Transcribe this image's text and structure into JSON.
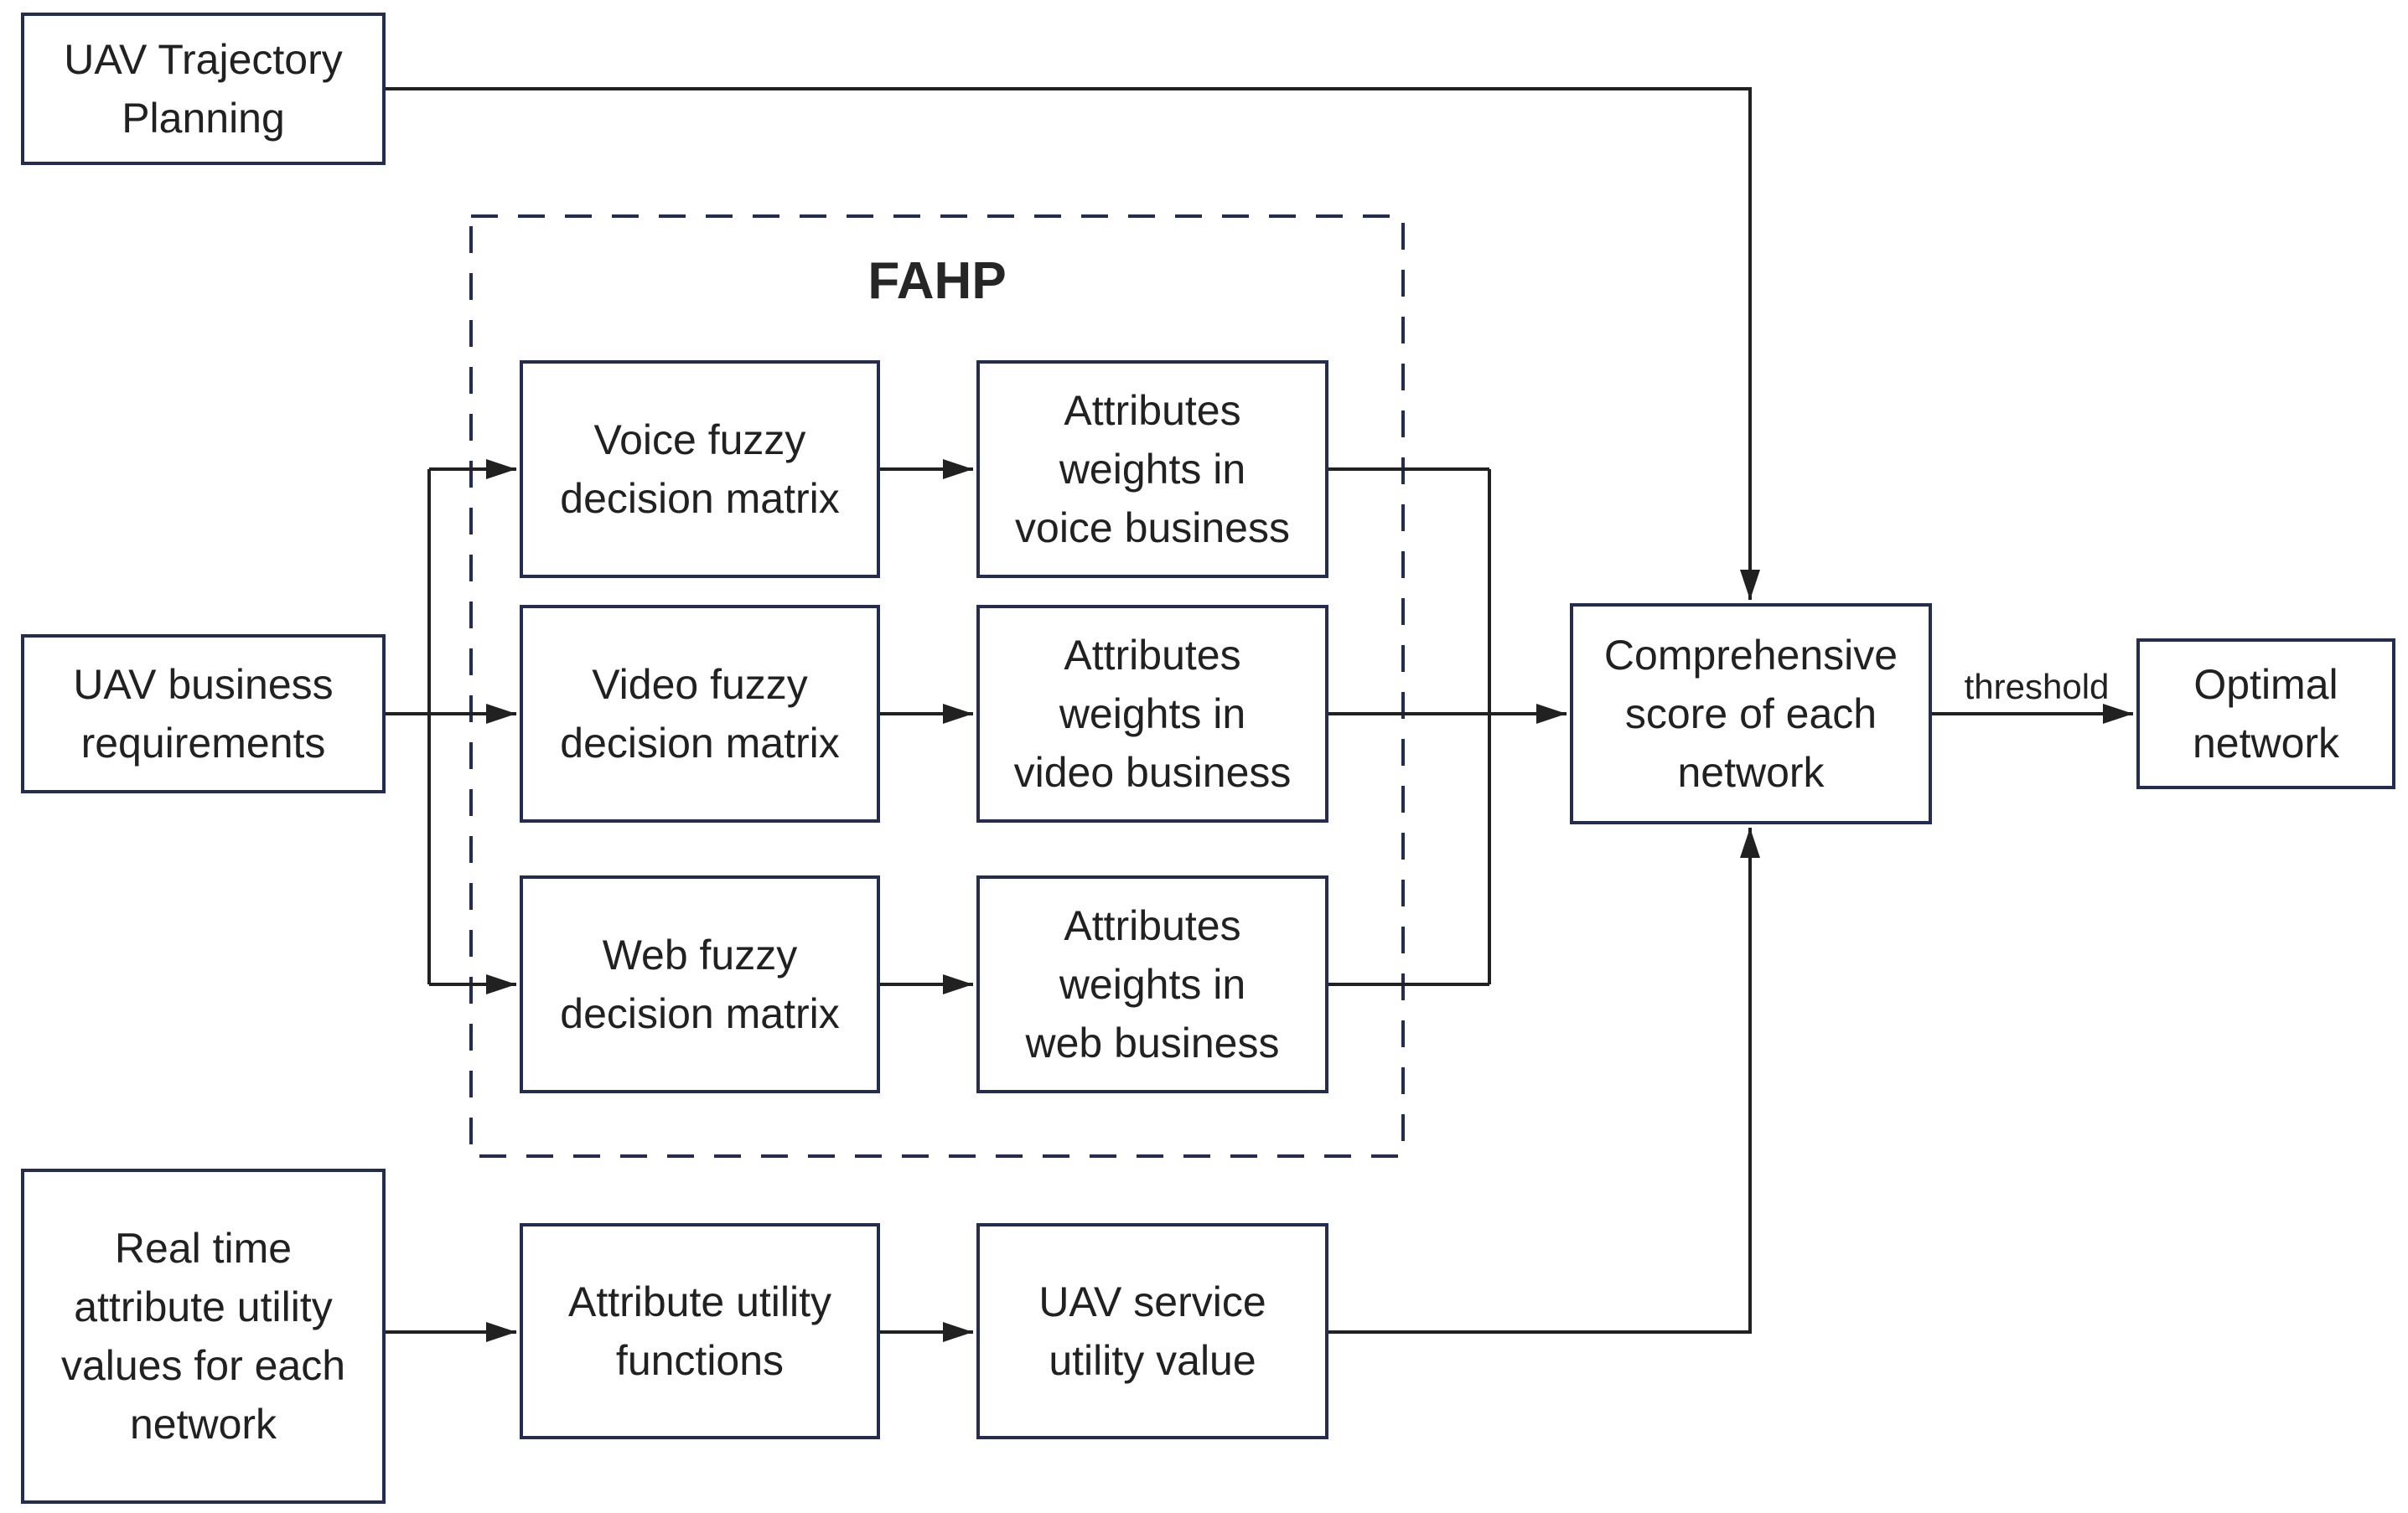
{
  "figure": {
    "type": "flow-diagram",
    "colors": {
      "box_border": "#232c52",
      "connector": "#212121",
      "text": "#212121",
      "background": "#ffffff"
    },
    "fahp_group_title": "FAHP",
    "nodes": {
      "uav_trajectory_planning": {
        "label": "UAV Trajectory\nPlanning"
      },
      "uav_business_requirements": {
        "label": "UAV business\nrequirements"
      },
      "real_time_attribute_utility": {
        "label": "Real time\nattribute utility\nvalues for each\nnetwork"
      },
      "voice_fuzzy_decision_matrix": {
        "label": "Voice fuzzy\ndecision matrix"
      },
      "video_fuzzy_decision_matrix": {
        "label": "Video fuzzy\ndecision matrix"
      },
      "web_fuzzy_decision_matrix": {
        "label": "Web fuzzy\ndecision matrix"
      },
      "attributes_weights_voice": {
        "label": "Attributes\nweights in\nvoice business"
      },
      "attributes_weights_video": {
        "label": "Attributes\nweights in\nvideo business"
      },
      "attributes_weights_web": {
        "label": "Attributes\nweights in\nweb business"
      },
      "attribute_utility_functions": {
        "label": "Attribute utility\nfunctions"
      },
      "uav_service_utility_value": {
        "label": "UAV service\nutility value"
      },
      "comprehensive_score": {
        "label": "Comprehensive\nscore of each\nnetwork"
      },
      "optimal_network": {
        "label": "Optimal\nnetwork"
      }
    },
    "edge_labels": {
      "threshold": "threshold"
    }
  }
}
